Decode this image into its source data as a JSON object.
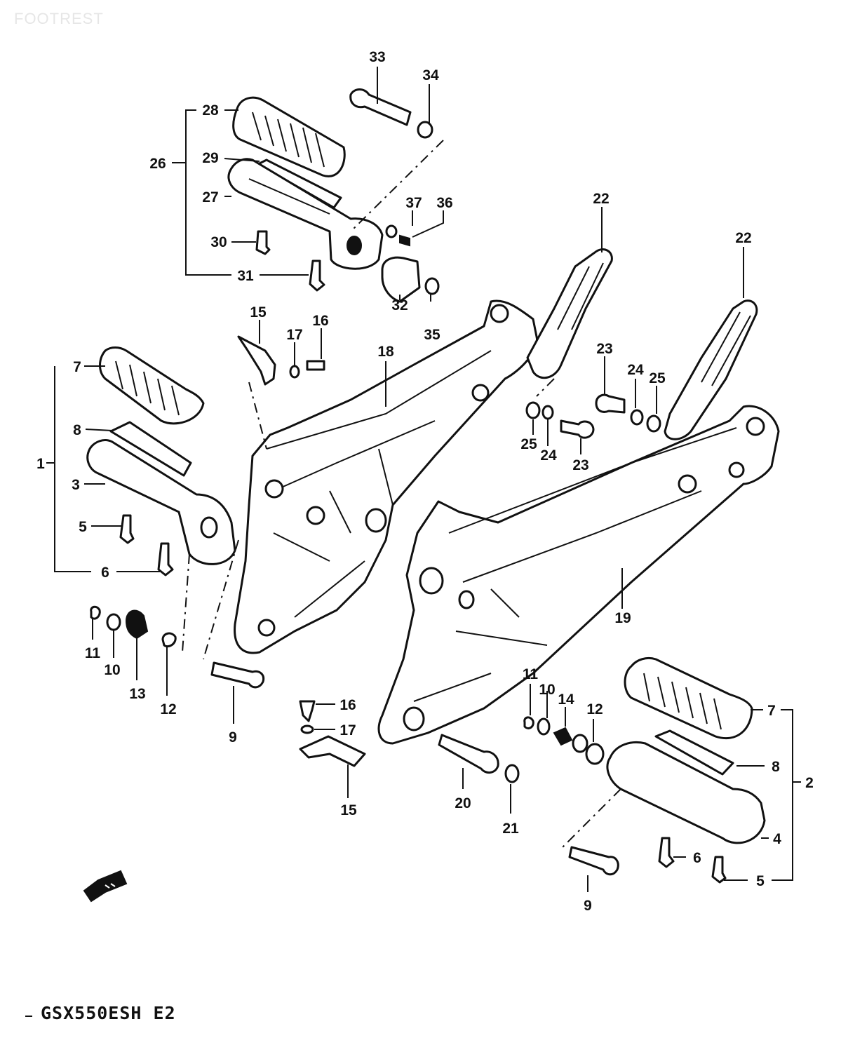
{
  "watermark": "FOOTREST",
  "model_code": "GSX550ESH E2",
  "callouts": {
    "c1": "1",
    "c2": "2",
    "c3": "3",
    "c4": "4",
    "c5a": "5",
    "c5b": "5",
    "c6a": "6",
    "c6b": "6",
    "c7a": "7",
    "c7b": "7",
    "c8a": "8",
    "c8b": "8",
    "c9a": "9",
    "c9b": "9",
    "c10a": "10",
    "c10b": "10",
    "c11a": "11",
    "c11b": "11",
    "c12a": "12",
    "c12b": "12",
    "c13": "13",
    "c14": "14",
    "c15a": "15",
    "c15b": "15",
    "c16a": "16",
    "c16b": "16",
    "c17a": "17",
    "c17b": "17",
    "c18": "18",
    "c19": "19",
    "c20": "20",
    "c21": "21",
    "c22a": "22",
    "c22b": "22",
    "c23a": "23",
    "c23b": "23",
    "c24a": "24",
    "c24b": "24",
    "c25a": "25",
    "c25b": "25",
    "c26": "26",
    "c27": "27",
    "c28": "28",
    "c29": "29",
    "c30": "30",
    "c31": "31",
    "c32": "32",
    "c33": "33",
    "c34": "34",
    "c35": "35",
    "c36": "36",
    "c37": "37"
  }
}
